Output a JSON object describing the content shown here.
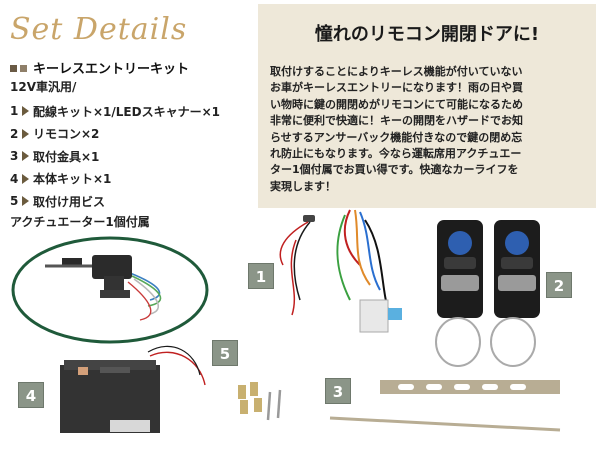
{
  "header": {
    "script_title": "Set Details",
    "kit_title": "キーレスエントリーキット",
    "kit_subtitle": "12V車汎用/"
  },
  "items": [
    {
      "num": "1",
      "label": "配線キット×1/LEDスキャナー×1"
    },
    {
      "num": "2",
      "label": "リモコン×2"
    },
    {
      "num": "3",
      "label": "取付金具×1"
    },
    {
      "num": "4",
      "label": "本体キット×1"
    },
    {
      "num": "5",
      "label": "取付け用ビス"
    }
  ],
  "items_note": "アクチュエーター1個付属",
  "promo": {
    "title": "憧れのリモコン開閉ドアに!",
    "lines": [
      "取付けすることによりキーレス機能が付いていない",
      "お車がキーレスエントリーになります！雨の日や買",
      "い物時に鍵の開閉めがリモコンにて可能になるため",
      "非常に便利で快適に！キーの開閉をハザードでお知",
      "らせするアンサーバック機能付きなので鍵の閉め忘",
      "れ防止にもなります。今なら運転席用アクチュエー",
      "ター1個付属でお買い得です。快適なカーライフを",
      "実現します！"
    ]
  },
  "badges": {
    "b1": "1",
    "b2": "2",
    "b3": "3",
    "b4": "4",
    "b5": "5"
  },
  "colors": {
    "title_gold": "#c9a56a",
    "promo_bg": "#eee8d9",
    "badge_bg": "#8b9588",
    "ellipse_green": "#1f5a3a"
  }
}
